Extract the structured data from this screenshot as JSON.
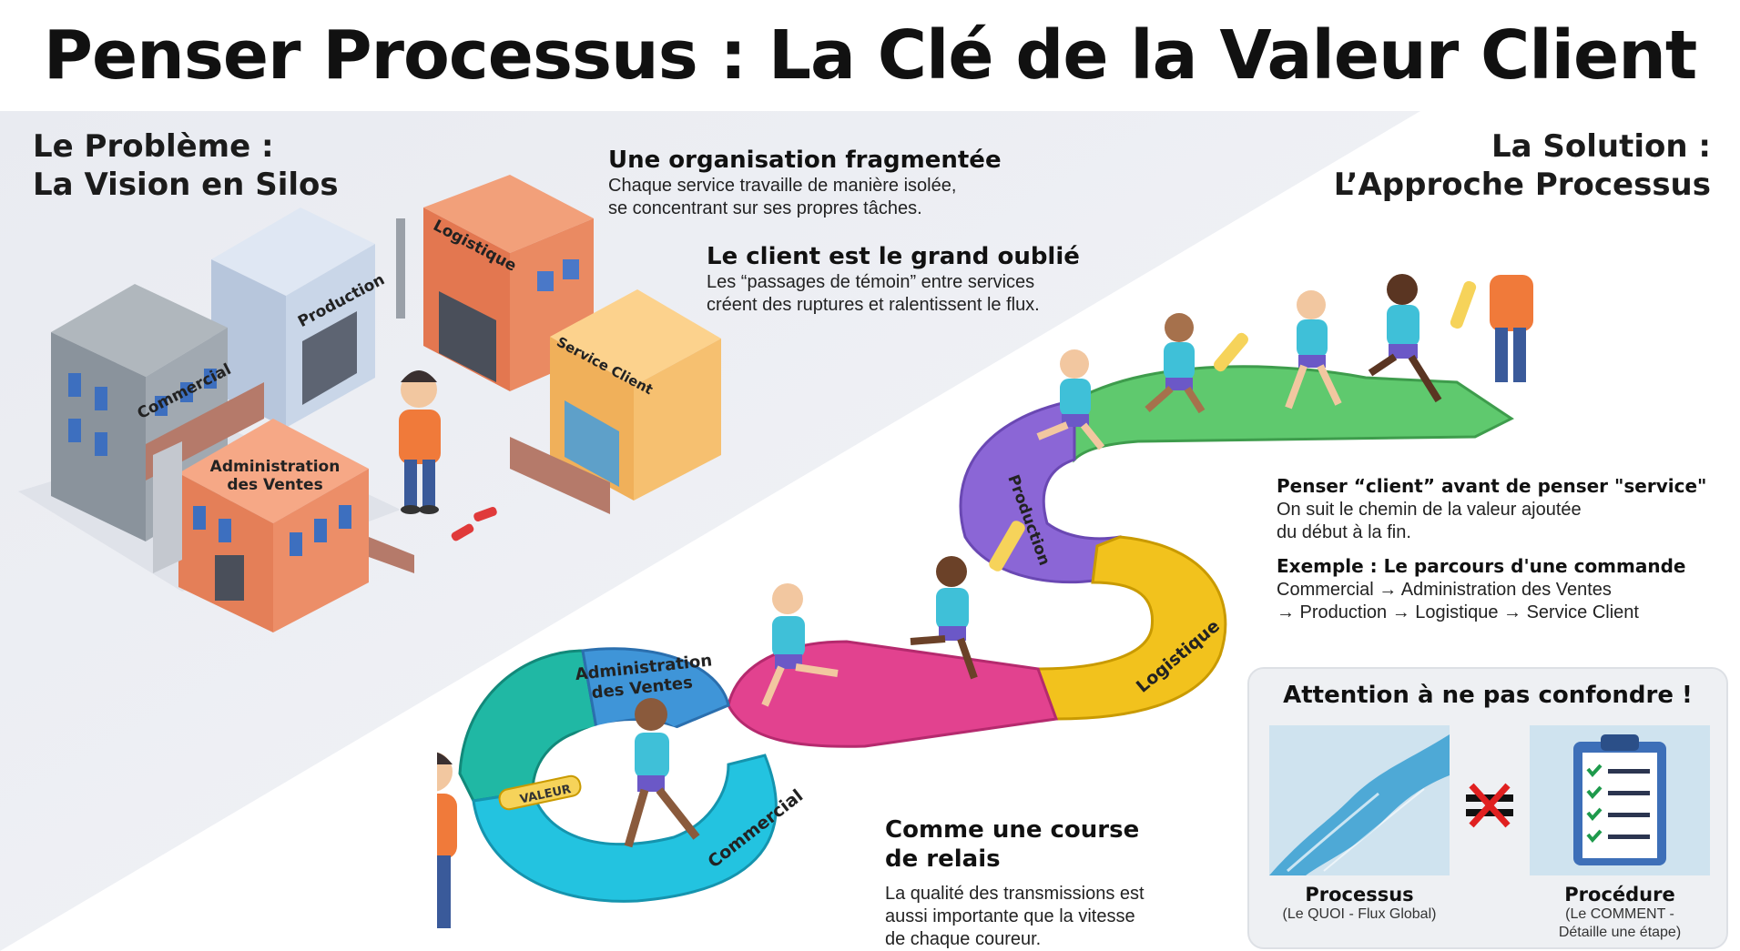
{
  "title": "Penser Processus : La Clé de la Valeur Client",
  "problem": {
    "line1": "Le Problème :",
    "line2": "La Vision en Silos"
  },
  "solution": {
    "line1": "La Solution :",
    "line2": "L’Approche Processus"
  },
  "fragmented": {
    "title": "Une organisation fragmentée",
    "line1": "Chaque service travaille de manière isolée,",
    "line2": "se concentrant sur ses propres tâches."
  },
  "forgotten": {
    "title": "Le client est le grand oublié",
    "line1": "Les “passages de témoin” entre services",
    "line2": "créent des ruptures et ralentissent le flux."
  },
  "buildings": {
    "commercial": "Commercial",
    "production": "Production",
    "logistique": "Logistique",
    "service_client": "Service Client",
    "admin_line1": "Administration",
    "admin_line2": "des Ventes"
  },
  "path_segments": {
    "admin_line1": "Administration",
    "admin_line2": "des Ventes",
    "commercial": "Commercial",
    "production": "Production",
    "logistique": "Logistique"
  },
  "baton_label": "VALEUR",
  "client_first": {
    "title": "Penser “client” avant de penser \"service\"",
    "line1": "On suit le chemin de la valeur ajoutée",
    "line2": "du début à la fin."
  },
  "example": {
    "title": "Exemple : Le parcours d'une commande",
    "line1": "Commercial → Administration des Ventes",
    "line2": "→ Production → Logistique → Service Client"
  },
  "relay": {
    "title_line1": "Comme une course",
    "title_line2": "de relais",
    "line1": "La qualité des transmissions est",
    "line2": "aussi importante que la vitesse",
    "line3": "de chaque coureur."
  },
  "attention": {
    "title": "Attention à ne pas confondre !",
    "processus_label": "Processus",
    "processus_sub": "(Le QUOI - Flux Global)",
    "procedure_label": "Procédure",
    "procedure_sub1": "(Le COMMENT -",
    "procedure_sub2": "Détaille une étape)"
  },
  "colors": {
    "commercial": "#23c3e0",
    "admin": "#3f95d8",
    "teal": "#20b8a4",
    "magenta": "#e2428f",
    "production": "#8b66d6",
    "logistique": "#f2c21d",
    "green": "#59c96a",
    "person_shirt": "#f07a3a",
    "runner_shirt": "#3fc0d8"
  },
  "icons": [
    "river-icon",
    "clipboard-checklist-icon",
    "not-equal-icon",
    "baton-icon",
    "broken-baton-icon"
  ]
}
